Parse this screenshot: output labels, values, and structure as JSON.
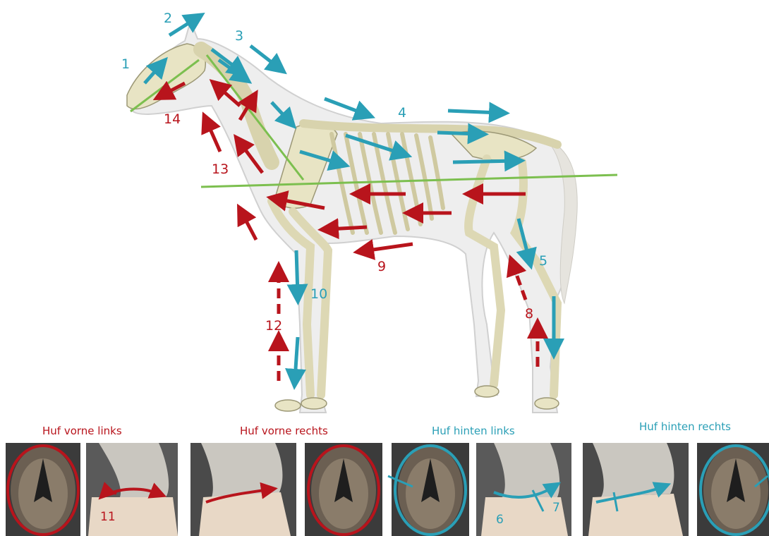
{
  "labels": {
    "n1": "1",
    "n2": "2",
    "n3": "3",
    "n4": "4",
    "n5": "5",
    "n8": "8",
    "n9": "9",
    "n10": "10",
    "n12": "12",
    "n13": "13",
    "n14": "14"
  },
  "hooves": [
    {
      "caption": "Huf vorne links",
      "number": "11"
    },
    {
      "caption": "Huf vorne rechts",
      "number": ""
    },
    {
      "caption": "Huf hinten links",
      "number": "6",
      "number2": "7"
    },
    {
      "caption": "Huf hinten rechts",
      "number": ""
    }
  ],
  "colors": {
    "blue": "#2a9fb6",
    "red": "#b8141c",
    "green": "#7cbf4f",
    "bone": "#e8e4c4"
  }
}
